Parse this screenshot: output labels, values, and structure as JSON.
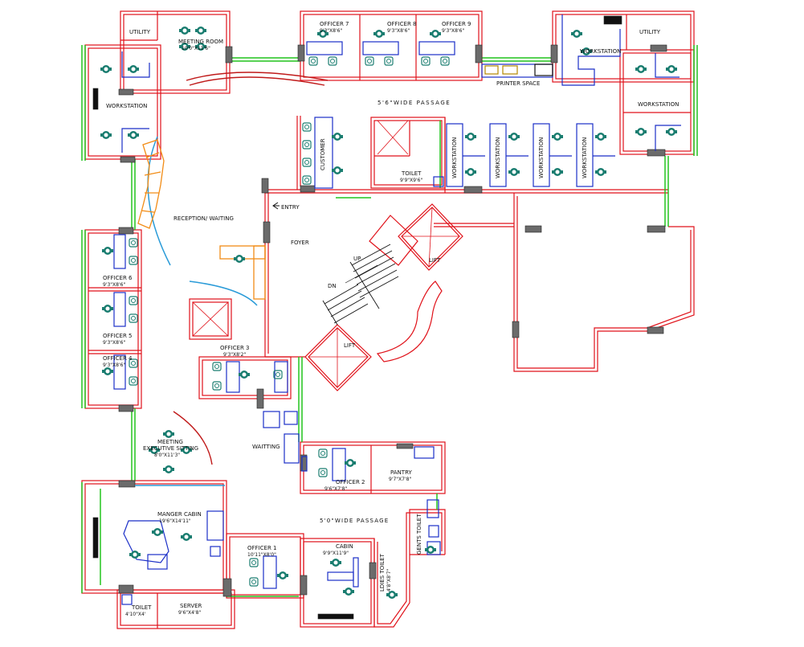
{
  "colors": {
    "wall": "#e0121a",
    "window": "#22c41e",
    "furniture": "#1b2fc7",
    "chair": "#1a7d70",
    "stairs": "#111111",
    "glass": "#2a9bd8",
    "reception": "#f28c16",
    "column": "#6b6b6b",
    "curve": "#c01a1a"
  },
  "rooms": {
    "utility_left": "UTILITY",
    "meeting_room": "MEETING ROOM",
    "meeting_room_size": "10'0\"X11'6\"",
    "officer7": "OFFICER 7",
    "officer7_size": "9'3\"X8'6\"",
    "officer8": "OFFICER 8",
    "officer8_size": "9'3\"X8'6\"",
    "officer9": "OFFICER 9",
    "officer9_size": "9'3\"X8'6\"",
    "utility_right": "UTILITY",
    "workstation_tr": "WORKSTATION",
    "workstation_right": "WORKSTATION",
    "workstation_left": "WORKSTATION",
    "printer_space": "PRINTER SPACE",
    "passage_top": "5'6\"WIDE PASSAGE",
    "customer": "CUSTOMER",
    "toilet_top": "TOILET",
    "toilet_top_size": "9'9\"X9'6\"",
    "ws1": "WORKSTATION",
    "ws2": "WORKSTATION",
    "ws3": "WORKSTATION",
    "ws4": "WORKSTATION",
    "entry": "ENTRY",
    "reception": "RECEPTION/ WAITING",
    "foyer": "FOYER",
    "up": "UP",
    "dn": "DN",
    "lift1": "LIFT",
    "lift2": "LIFT",
    "officer6": "OFFICER 6",
    "officer6_size": "9'3\"X8'6\"",
    "officer5": "OFFICER 5",
    "officer5_size": "9'3\"X8'6\"",
    "officer4": "OFFICER 4",
    "officer4_size": "9'3\"X8'6\"",
    "officer3": "OFFICER 3",
    "officer3_size": "9'3\"X8'2\"",
    "meeting_exec": "MEETING",
    "meeting_exec2": "EXECUTIVE SITTING",
    "meeting_exec_size": "8'0\"X11'3\"",
    "waiting": "WAITTING",
    "officer2": "OFFICER 2",
    "officer2_size": "9'6\"X7'8\"",
    "pantry": "PANTRY",
    "pantry_size": "9'7\"X7'8\"",
    "passage_bottom": "5'0\"WIDE PASSAGE",
    "manager_cabin": "MANGER CABIN",
    "manager_cabin_size": "19'6\"X14'11\"",
    "officer1": "OFFICER 1",
    "officer1_size": "10'11\"X8'0\"",
    "cabin": "CABIN",
    "cabin_size": "9'9\"X11'9\"",
    "gents_toilet": "GENTS TOILET",
    "ladies_toilet": "LDIES TOILET",
    "ladies_toilet_size": "4'8\"X8'7\"",
    "server": "SERVER",
    "server_size": "9'6\"X4'8\"",
    "toilet_bl": "TOILET",
    "toilet_bl_size": "4'10\"X4'"
  }
}
